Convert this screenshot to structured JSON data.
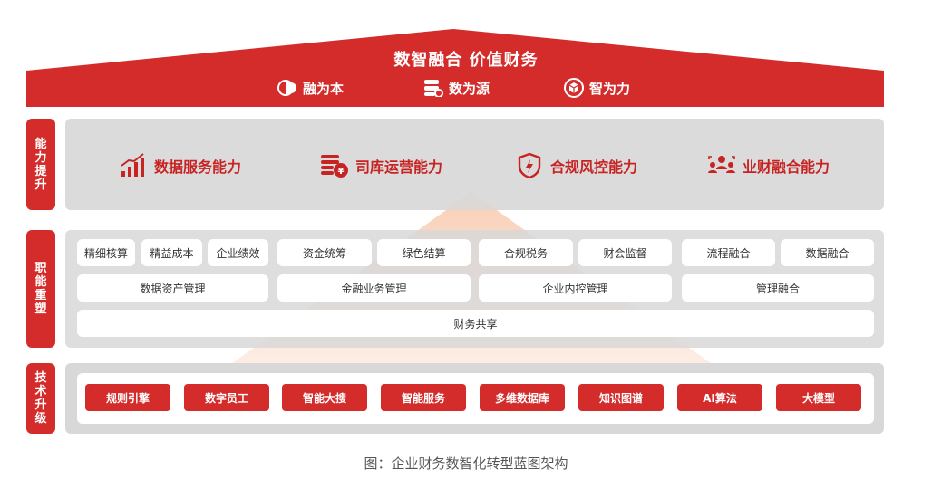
{
  "roof": {
    "title": "数智融合 价值财务",
    "pillars": [
      "融为本",
      "数为源",
      "智为力"
    ]
  },
  "sides": {
    "capability": "能力提升",
    "function": "职能重塑",
    "technology": "技术升级"
  },
  "capabilities": [
    "数据服务能力",
    "司库运营能力",
    "合规风控能力",
    "业财融合能力"
  ],
  "function_row1": [
    "精细核算",
    "精益成本",
    "企业绩效",
    "资金统筹",
    "绿色结算",
    "合规税务",
    "财会监督",
    "流程融合",
    "数据融合"
  ],
  "function_row2": [
    "数据资产管理",
    "金融业务管理",
    "企业内控管理",
    "管理融合"
  ],
  "function_row3": "财务共享",
  "technology_items": [
    "规则引擎",
    "数字员工",
    "智能大搜",
    "智能服务",
    "多维数据库",
    "知识图谱",
    "AI算法",
    "大模型"
  ],
  "caption": "图：企业财务数智化转型蓝图架构",
  "colors": {
    "accent": "#d42b2b",
    "panel": "#d8d8d8",
    "watermark": "#f6c9a8"
  },
  "icons": [
    "half-circle-icon",
    "database-icon",
    "cube-icon",
    "bar-chart-icon",
    "coin-stack-icon",
    "shield-icon",
    "team-icon"
  ]
}
